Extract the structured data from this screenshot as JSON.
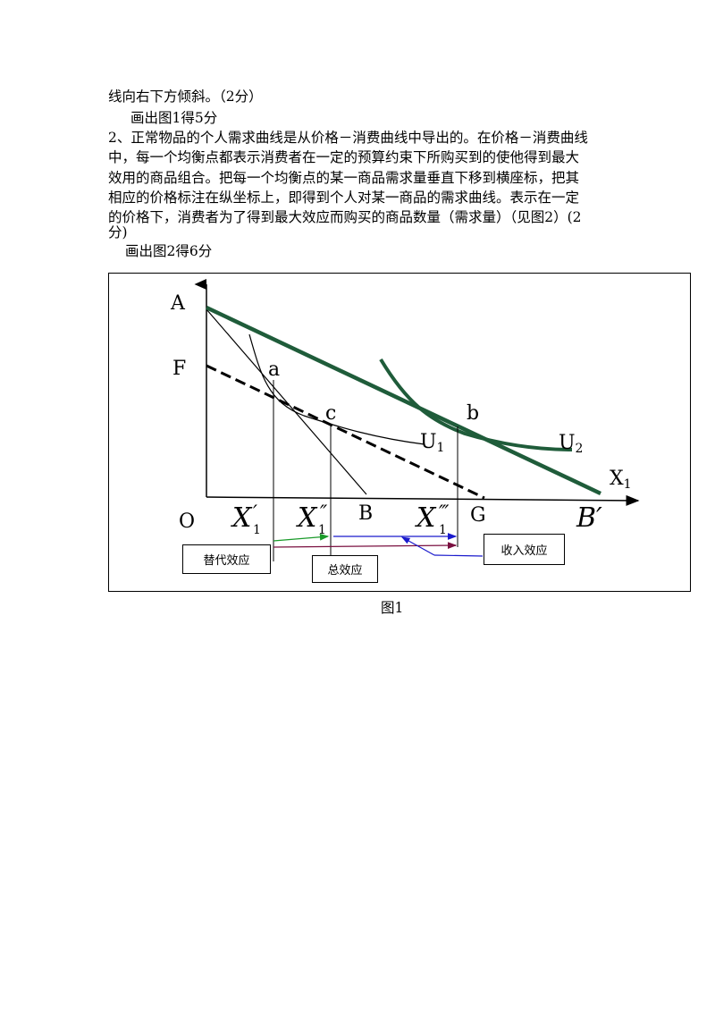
{
  "text": {
    "line1": "线向右下方倾斜。（2分）",
    "line2": "画出图1得5分",
    "line3": "2、正常物品的个人需求曲线是从价格－消费曲线中导出的。在价格－消费曲线",
    "line4": "中，每一个均衡点都表示消费者在一定的预算约束下所购买到的使他得到最大",
    "line5": "效用的商品组合。把每一个均衡点的某一商品需求量垂直下移到横座标，把其",
    "line6": "相应的价格标注在纵坐标上，即得到个人对某一商品的需求曲线。表示在一定",
    "line7": "的价格下，消费者为了得到最大效应而购买的商品数量（需求量）（见图2）(2",
    "line8": "分)",
    "line9": "画出图2得6分"
  },
  "figure": {
    "caption": "图1",
    "labels": {
      "A": "A",
      "F": "F",
      "O": "O",
      "a": "a",
      "c": "c",
      "b": "b",
      "U1_main": "U",
      "U1_sub": "1",
      "U2_main": "U",
      "U2_sub": "2",
      "X1_main": "X",
      "X1_sub": "1",
      "B": "B",
      "G": "G",
      "Bprime": "B′",
      "Xp_main": "X",
      "Xp_sup": "′",
      "Xp_sub": "1",
      "Xpp_main": "X",
      "Xpp_sup": "″",
      "Xpp_sub": "1",
      "Xppp_main": "X",
      "Xppp_sup": "‴",
      "Xppp_sub": "1"
    },
    "boxes": {
      "substitution": "替代效应",
      "total": "总效应",
      "income": "收入效应"
    },
    "colors": {
      "budget_line": "#1f5c3a",
      "dashed_line": "#000000",
      "green_arrow": "#1a9a2a",
      "blue_arrow": "#1a1acc",
      "maroon_arrow": "#7a1040"
    }
  }
}
